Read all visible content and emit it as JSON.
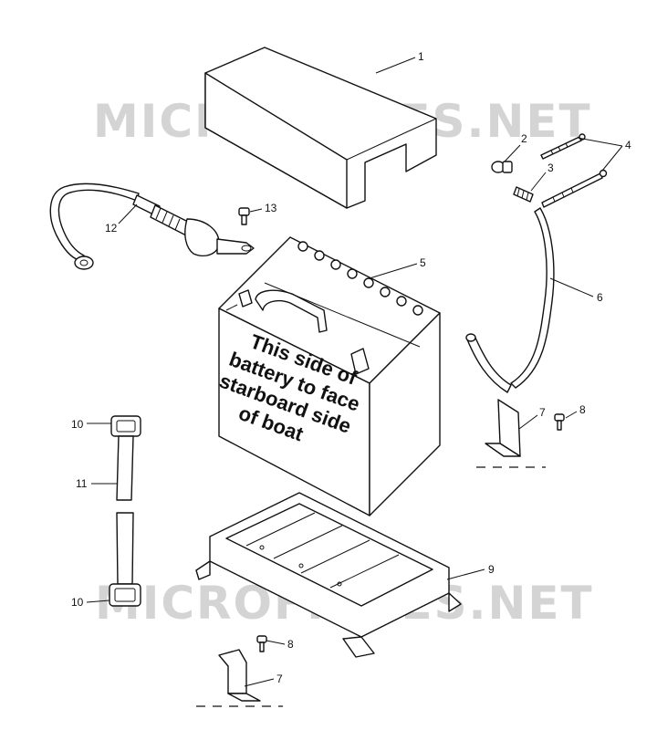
{
  "watermark": "MICROFICHES.NET",
  "battery_label": [
    "This side of",
    "battery to face",
    "starboard side",
    "of boat"
  ],
  "callouts": {
    "c1": "1",
    "c2": "2",
    "c3": "3",
    "c4": "4",
    "c5": "5",
    "c6": "6",
    "c7a": "7",
    "c7b": "7",
    "c8a": "8",
    "c8b": "8",
    "c9": "9",
    "c10a": "10",
    "c10b": "10",
    "c11": "11",
    "c12": "12",
    "c13": "13"
  },
  "colors": {
    "line": "#111111",
    "watermark": "#d4d4d4",
    "background": "#ffffff"
  }
}
